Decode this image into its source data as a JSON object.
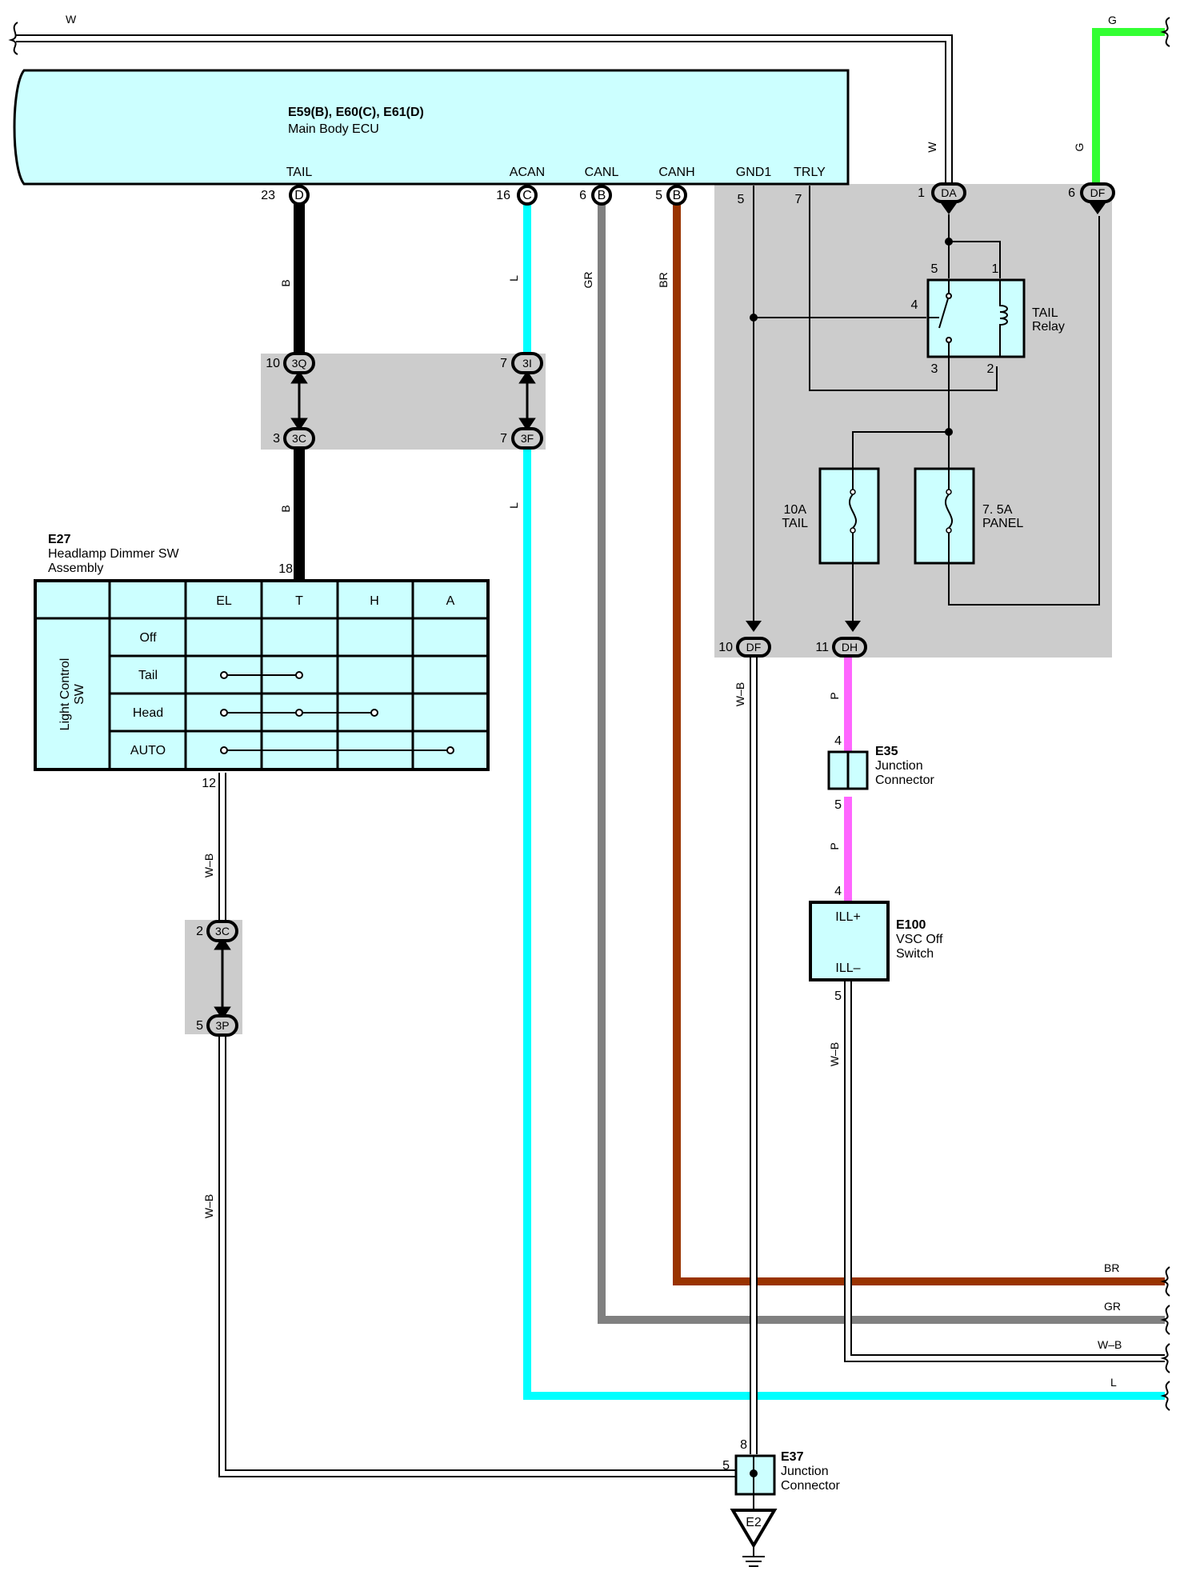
{
  "colors": {
    "component_fill": "#ccffff",
    "shade": "#cccccc",
    "wire_B": "#000000",
    "wire_L": "#00ffff",
    "wire_GR": "#808080",
    "wire_BR": "#993300",
    "wire_G": "#33ff33",
    "wire_P": "#ff66ff",
    "wire_W": "#ffffff"
  },
  "ecu": {
    "id": "E59(B), E60(C), E61(D)",
    "name": "Main Body ECU",
    "terminals": {
      "tail": {
        "label": "TAIL",
        "pin": "23",
        "conn": "D"
      },
      "acan": {
        "label": "ACAN",
        "pin": "16",
        "conn": "C"
      },
      "canl": {
        "label": "CANL",
        "pin": "6",
        "conn": "B"
      },
      "canh": {
        "label": "CANH",
        "pin": "5",
        "conn": "B"
      },
      "gnd1": {
        "label": "GND1",
        "pin": "5"
      },
      "trly": {
        "label": "TRLY",
        "pin": "7"
      }
    }
  },
  "wires": {
    "w_top": "W",
    "g_top": "G",
    "w_da": "W",
    "g_df": "G",
    "b_upper": "B",
    "b_lower": "B",
    "l_upper": "L",
    "l_lower": "L",
    "gr": "GR",
    "br": "BR",
    "wb_gnd": "W–B",
    "p_upper": "P",
    "p_lower": "P",
    "wb_e100": "W–B",
    "wb_e27_upper": "W–B",
    "wb_e27_lower": "W–B",
    "br_right": "BR",
    "gr_right": "GR",
    "wb_right": "W–B",
    "l_right": "L"
  },
  "junction_blocks": {
    "j_3q": {
      "pin": "10",
      "conn": "3Q"
    },
    "j_3c_top": {
      "pin": "3",
      "conn": "3C"
    },
    "j_3i": {
      "pin": "7",
      "conn": "3I"
    },
    "j_3f": {
      "pin": "7",
      "conn": "3F"
    },
    "j_3c_left": {
      "pin": "2",
      "conn": "3C"
    },
    "j_3p": {
      "pin": "5",
      "conn": "3P"
    }
  },
  "relay_block": {
    "da": {
      "pin": "1",
      "conn": "DA"
    },
    "df_top": {
      "pin": "6",
      "conn": "DF"
    },
    "df_bottom": {
      "pin": "10",
      "conn": "DF"
    },
    "dh": {
      "pin": "11",
      "conn": "DH"
    },
    "relay_label_1": "TAIL",
    "relay_label_2": "Relay",
    "relay_pins": {
      "p5": "5",
      "p1": "1",
      "p4": "4",
      "p3": "3",
      "p2": "2"
    },
    "fuse_tail": {
      "rating": "10A",
      "name": "TAIL"
    },
    "fuse_panel": {
      "rating": "7. 5A",
      "name": "PANEL"
    }
  },
  "e27": {
    "id": "E27",
    "name_1": "Headlamp Dimmer SW",
    "name_2": "Assembly",
    "pin_top": "18",
    "pin_bottom": "12",
    "side_label_1": "Light Control",
    "side_label_2": "SW",
    "columns": [
      "EL",
      "T",
      "H",
      "A"
    ],
    "rows": [
      "Off",
      "Tail",
      "Head",
      "AUTO"
    ]
  },
  "e35": {
    "id": "E35",
    "name_1": "Junction",
    "name_2": "Connector",
    "pin_top": "4",
    "pin_bottom": "5"
  },
  "e100": {
    "id": "E100",
    "name_1": "VSC Off",
    "name_2": "Switch",
    "term_top": "ILL+",
    "term_bottom": "ILL–",
    "pin_top": "4",
    "pin_bottom": "5"
  },
  "e37": {
    "id": "E37",
    "name_1": "Junction",
    "name_2": "Connector",
    "pin_top": "8",
    "pin_left": "5"
  },
  "ground": {
    "label": "E2"
  }
}
